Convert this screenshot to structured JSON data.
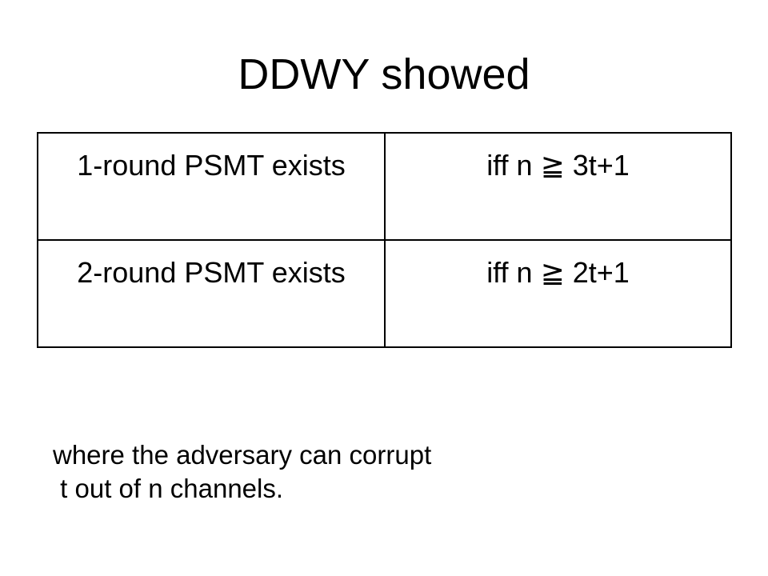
{
  "slide": {
    "title": "DDWY showed",
    "table": {
      "rows": [
        {
          "condition": "1-round PSMT exists",
          "requirement": "iff n ≧ 3t+1"
        },
        {
          "condition": "2-round PSMT exists",
          "requirement": "iff n ≧ 2t+1"
        }
      ]
    },
    "footnote": {
      "line1": "where the adversary can corrupt",
      "line2": " t out of n channels."
    }
  }
}
